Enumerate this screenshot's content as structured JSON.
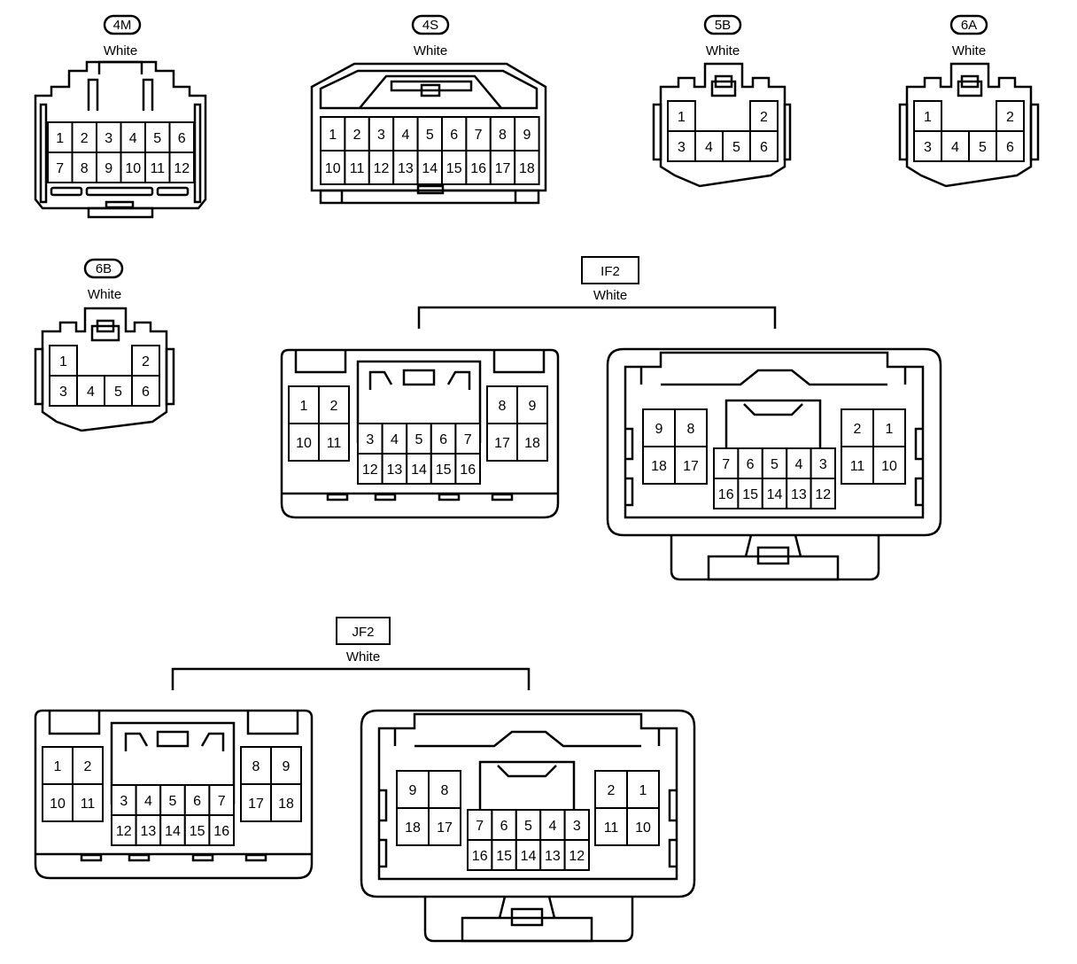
{
  "connectors": [
    {
      "id": "4M",
      "code": "4M",
      "label_style": "oval",
      "color": "White",
      "pins": [
        [
          "1",
          "2",
          "3",
          "4",
          "5",
          "6"
        ],
        [
          "7",
          "8",
          "9",
          "10",
          "11",
          "12"
        ]
      ]
    },
    {
      "id": "4S",
      "code": "4S",
      "label_style": "oval",
      "color": "White",
      "pins": [
        [
          "1",
          "2",
          "3",
          "4",
          "5",
          "6",
          "7",
          "8",
          "9"
        ],
        [
          "10",
          "11",
          "12",
          "13",
          "14",
          "15",
          "16",
          "17",
          "18"
        ]
      ]
    },
    {
      "id": "5B",
      "code": "5B",
      "label_style": "oval",
      "color": "White",
      "pins": [
        [
          "1",
          "2"
        ],
        [
          "3",
          "4",
          "5",
          "6"
        ]
      ]
    },
    {
      "id": "6A",
      "code": "6A",
      "label_style": "oval",
      "color": "White",
      "pins": [
        [
          "1",
          "2"
        ],
        [
          "3",
          "4",
          "5",
          "6"
        ]
      ]
    },
    {
      "id": "6B",
      "code": "6B",
      "label_style": "oval",
      "color": "White",
      "pins": [
        [
          "1",
          "2"
        ],
        [
          "3",
          "4",
          "5",
          "6"
        ]
      ]
    }
  ],
  "connector_pairs": [
    {
      "id": "IF2",
      "code": "IF2",
      "label_style": "box",
      "color": "White",
      "female": {
        "left": [
          [
            "1",
            "2"
          ],
          [
            "10",
            "11"
          ]
        ],
        "center": [
          [
            "3",
            "4",
            "5",
            "6",
            "7"
          ],
          [
            "12",
            "13",
            "14",
            "15",
            "16"
          ]
        ],
        "right": [
          [
            "8",
            "9"
          ],
          [
            "17",
            "18"
          ]
        ]
      },
      "male": {
        "left": [
          [
            "9",
            "8"
          ],
          [
            "18",
            "17"
          ]
        ],
        "center": [
          [
            "7",
            "6",
            "5",
            "4",
            "3"
          ],
          [
            "16",
            "15",
            "14",
            "13",
            "12"
          ]
        ],
        "right": [
          [
            "2",
            "1"
          ],
          [
            "11",
            "10"
          ]
        ]
      }
    },
    {
      "id": "JF2",
      "code": "JF2",
      "label_style": "box",
      "color": "White",
      "female": {
        "left": [
          [
            "1",
            "2"
          ],
          [
            "10",
            "11"
          ]
        ],
        "center": [
          [
            "3",
            "4",
            "5",
            "6",
            "7"
          ],
          [
            "12",
            "13",
            "14",
            "15",
            "16"
          ]
        ],
        "right": [
          [
            "8",
            "9"
          ],
          [
            "17",
            "18"
          ]
        ]
      },
      "male": {
        "left": [
          [
            "9",
            "8"
          ],
          [
            "18",
            "17"
          ]
        ],
        "center": [
          [
            "7",
            "6",
            "5",
            "4",
            "3"
          ],
          [
            "16",
            "15",
            "14",
            "13",
            "12"
          ]
        ],
        "right": [
          [
            "2",
            "1"
          ],
          [
            "11",
            "10"
          ]
        ]
      }
    }
  ]
}
